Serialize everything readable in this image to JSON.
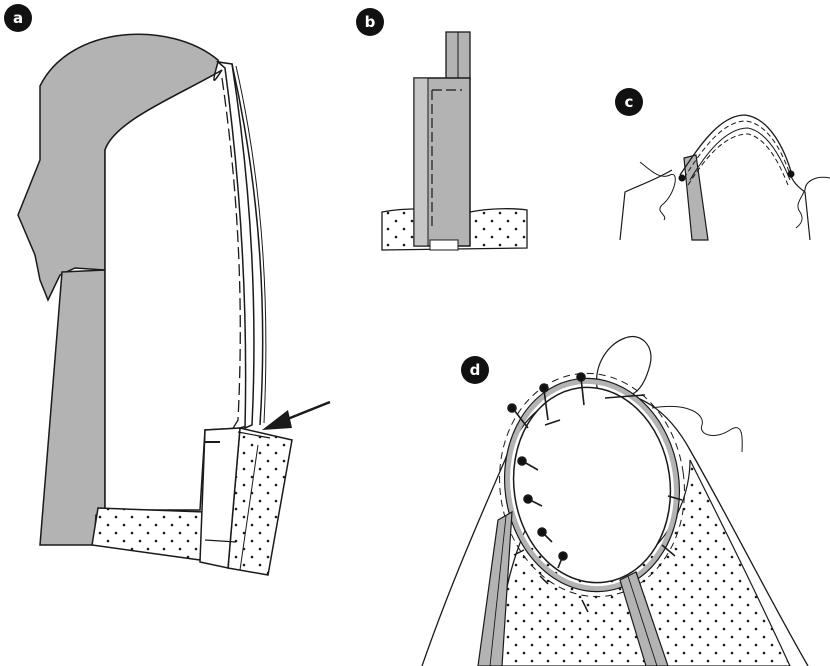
{
  "panels": [
    {
      "id": "a",
      "label": "a"
    },
    {
      "id": "b",
      "label": "b"
    },
    {
      "id": "c",
      "label": "c"
    },
    {
      "id": "d",
      "label": "d"
    }
  ],
  "colors": {
    "fabric_gray": "#b3b3b3",
    "outline": "#1a1a1a",
    "badge": "#111111",
    "paper": "#ffffff"
  }
}
